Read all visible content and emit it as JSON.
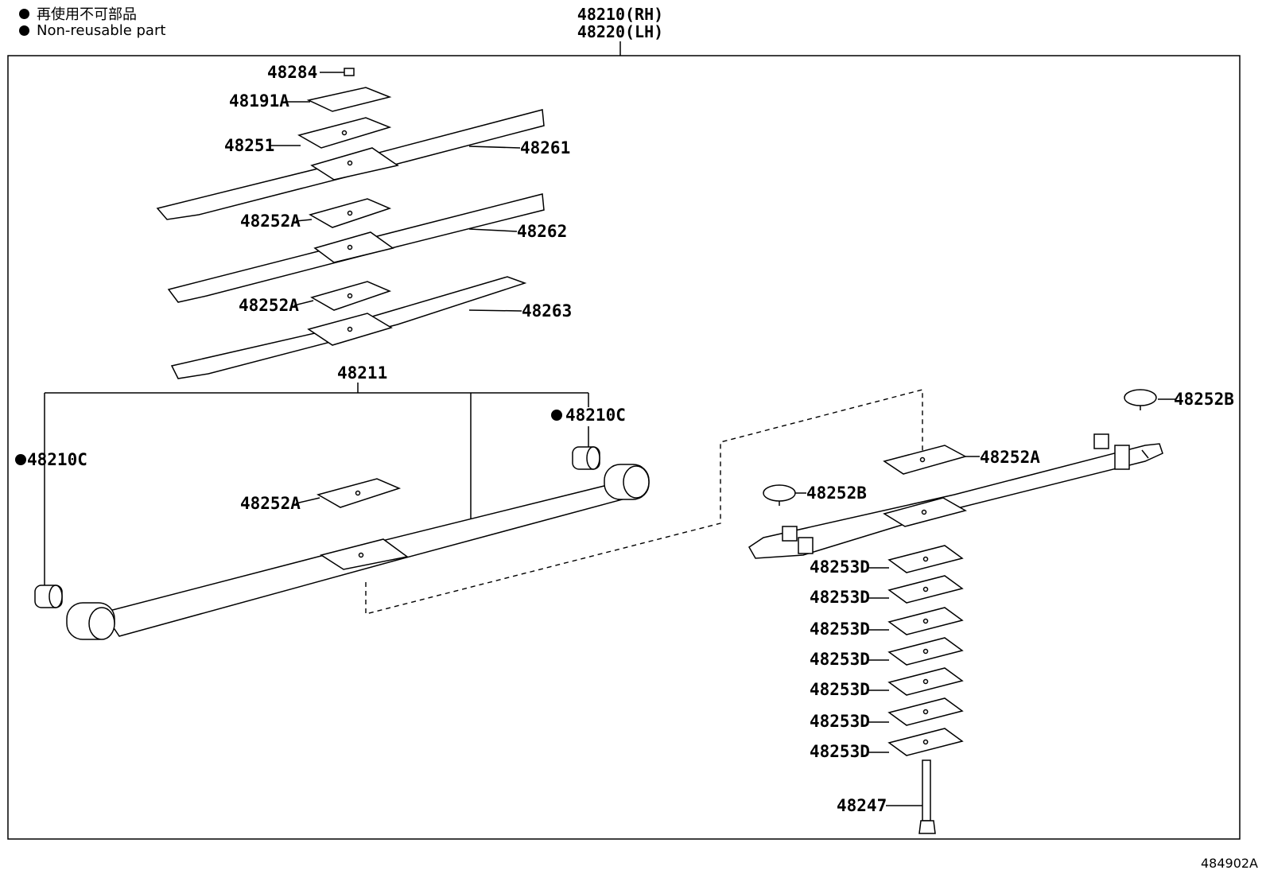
{
  "legend": {
    "non_reusable_ja": "再使用不可部品",
    "non_reusable_en": "Non-reusable part"
  },
  "header": {
    "part_rh": "48210(RH)",
    "part_lh": "48220(LH)"
  },
  "diagram_code": "484902A",
  "callouts": {
    "p48284": "48284",
    "p48191A": "48191A",
    "p48251": "48251",
    "p48261": "48261",
    "p48252A_1": "48252A",
    "p48262": "48262",
    "p48252A_2": "48252A",
    "p48263": "48263",
    "p48211": "48211",
    "p48210C_left": "48210C",
    "p48210C_right": "48210C",
    "p48252A_3": "48252A",
    "p48252B_top": "48252B",
    "p48252A_4": "48252A",
    "p48252B_mid": "48252B",
    "p48253D_1": "48253D",
    "p48253D_2": "48253D",
    "p48253D_3": "48253D",
    "p48253D_4": "48253D",
    "p48253D_5": "48253D",
    "p48253D_6": "48253D",
    "p48253D_7": "48253D",
    "p48247": "48247"
  }
}
